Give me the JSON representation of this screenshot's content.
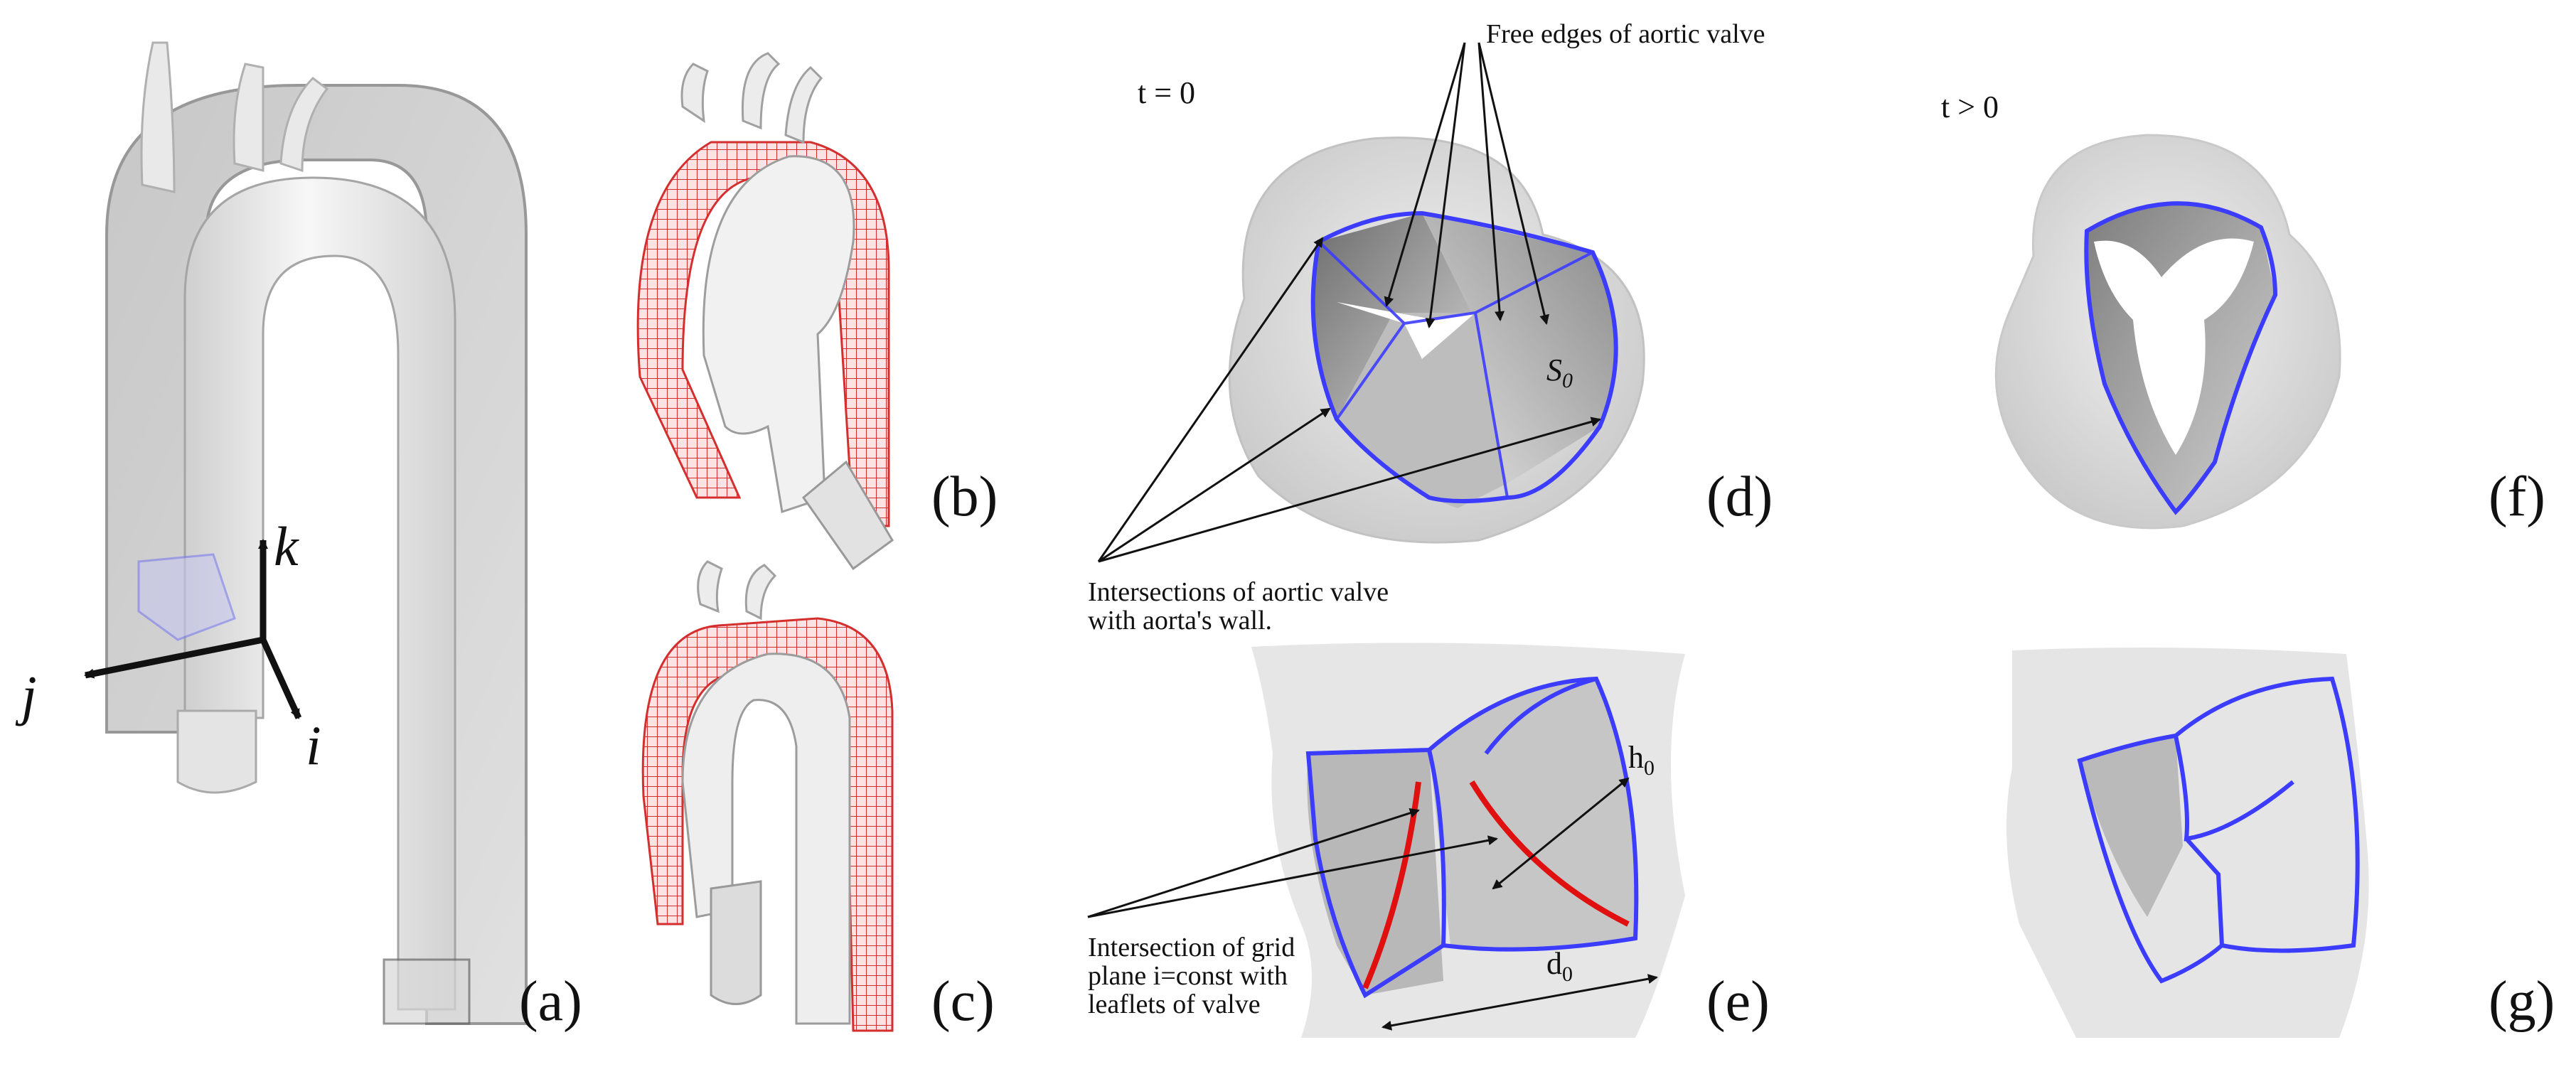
{
  "panels": {
    "a": "(a)",
    "b": "(b)",
    "c": "(c)",
    "d": "(d)",
    "e": "(e)",
    "f": "(f)",
    "g": "(g)"
  },
  "axes": {
    "i": "i",
    "j": "j",
    "k": "k"
  },
  "times": {
    "initial": "t = 0",
    "later": "t > 0"
  },
  "annotations": {
    "free_edges": "Free edges of aortic valve",
    "wall_intersections": [
      "Intersections of aortic valve",
      "with aorta's wall."
    ],
    "grid_intersection": [
      "Intersection of grid",
      "plane i=const with",
      "leaflets of valve"
    ]
  },
  "symbols": {
    "s0_base": "S",
    "s0_sub": "0",
    "h0_base": "h",
    "h0_sub": "0",
    "d0_base": "d",
    "d0_sub": "0"
  },
  "colors": {
    "valve_outline": "#3c3cff",
    "grid_red": "#e0282a",
    "grid_line": "#d32f2f",
    "red_intersection": "#e01010",
    "tissue_fill": "#e6e6e6",
    "shadow_fill": "#8a8a8a"
  }
}
